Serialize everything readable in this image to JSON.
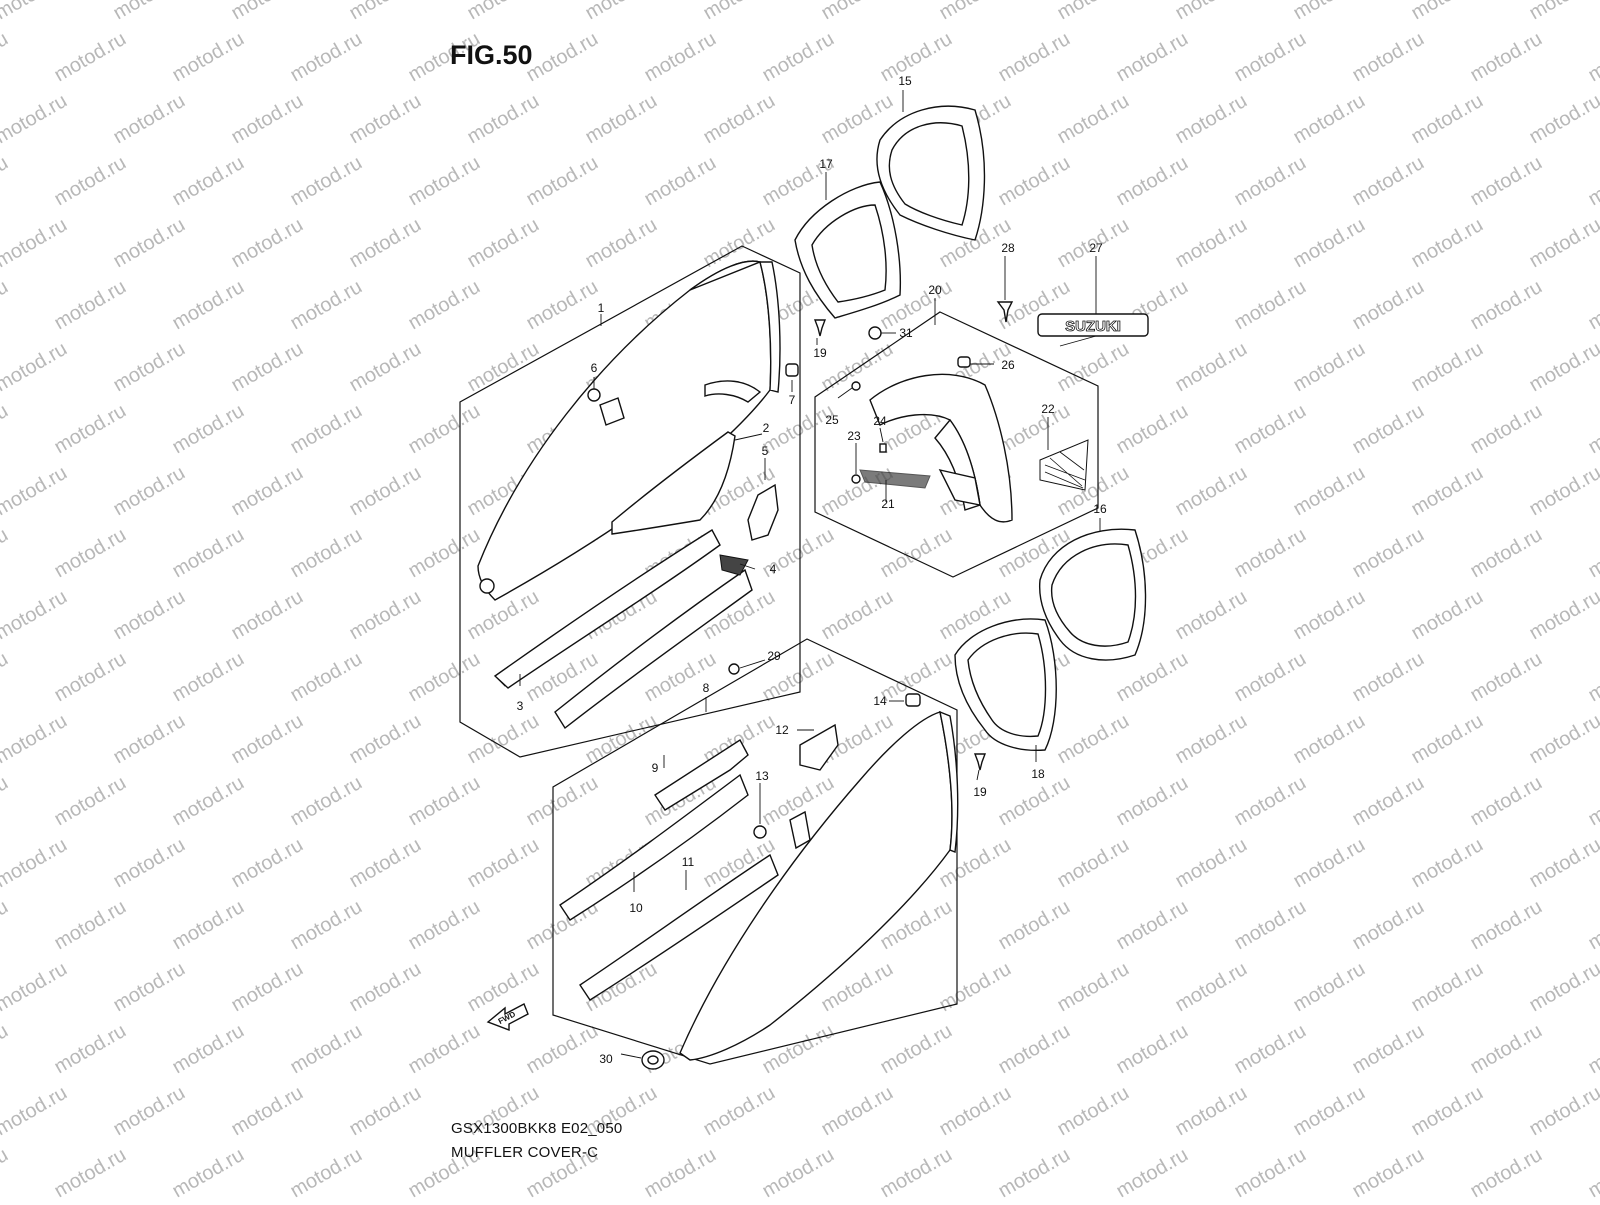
{
  "figure": {
    "title": "FIG.50"
  },
  "footer": {
    "model_code": "GSX1300BKK8 E02_050",
    "section_name": "MUFFLER COVER-C"
  },
  "watermark": {
    "text": "motod.ru",
    "color": "#b8b8b8"
  },
  "emblem": {
    "text": "SUZUKI"
  },
  "direction_arrow": {
    "text": "FWD"
  },
  "callouts": [
    "1",
    "2",
    "3",
    "4",
    "5",
    "6",
    "7",
    "8",
    "9",
    "10",
    "11",
    "12",
    "13",
    "14",
    "15",
    "16",
    "17",
    "18",
    "19",
    "19",
    "20",
    "21",
    "22",
    "23",
    "24",
    "25",
    "26",
    "27",
    "28",
    "29",
    "30",
    "31"
  ]
}
